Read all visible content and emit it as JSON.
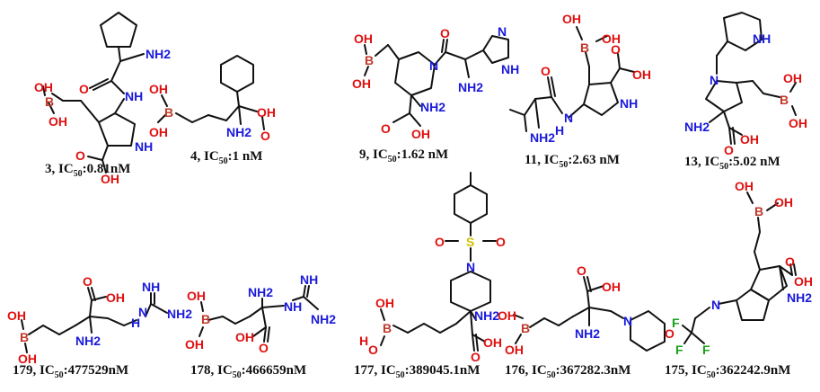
{
  "atoms": {
    "boron": "B",
    "hydroxyl": "OH",
    "oxygen": "O",
    "amine": "NH",
    "amine2": "NH2",
    "amineSub": "2",
    "nitrogen": "N",
    "imine": "NH",
    "sulfur": "S",
    "fluorine": "F",
    "hydrogen": "H"
  },
  "compounds": [
    {
      "id": "3",
      "ic50": "0.81nM"
    },
    {
      "id": "4",
      "ic50": "1 nM"
    },
    {
      "id": "9",
      "ic50": "1.62 nM"
    },
    {
      "id": "11",
      "ic50": "2.63 nM"
    },
    {
      "id": "13",
      "ic50": "5.02 nM"
    },
    {
      "id": "179",
      "ic50": "477529nM"
    },
    {
      "id": "178",
      "ic50": "466659nM"
    },
    {
      "id": "177",
      "ic50": "389045.1nM"
    },
    {
      "id": "176",
      "ic50": "367282.3nM"
    },
    {
      "id": "175",
      "ic50": "362242.9nM"
    }
  ],
  "caption_parts": {
    "sep": ", ",
    "ic": "IC",
    "sub": "50",
    "colon": ":"
  }
}
